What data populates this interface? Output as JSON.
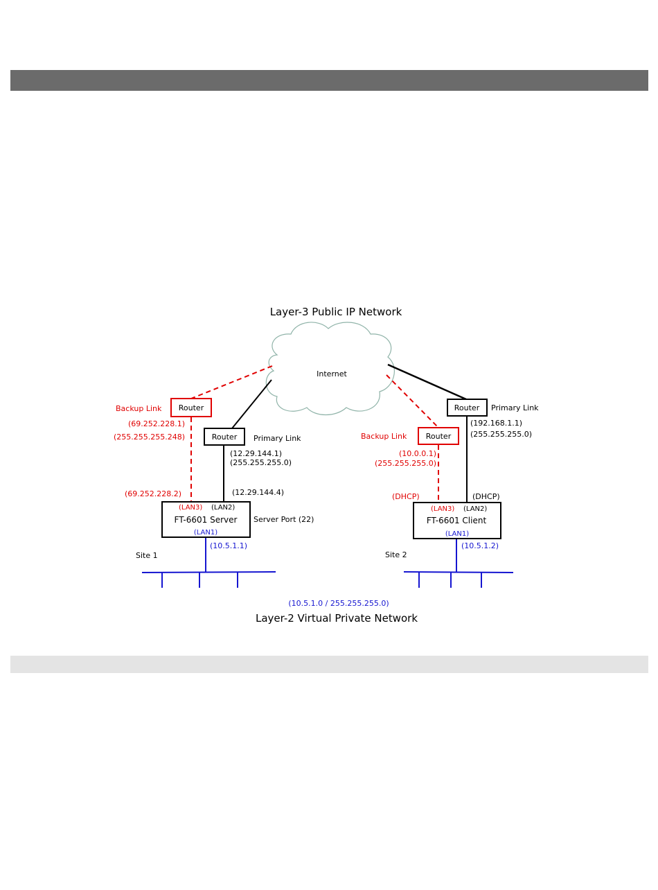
{
  "diagram": {
    "title_top": "Layer-3 Public IP Network",
    "title_bottom": "Layer-2 Virtual Private Network",
    "cloud_label": "Internet",
    "routers": {
      "server_backup": "Router",
      "server_primary": "Router",
      "client_backup": "Router",
      "client_primary": "Router"
    },
    "server_side": {
      "backup_link": "Backup Link",
      "backup_ip": "(69.252.228.1)",
      "backup_mask": "(255.255.255.248)",
      "primary_link": "Primary Link",
      "primary_ip": "(12.29.144.1)",
      "primary_mask": "(255.255.255.0)",
      "lan3_ip": "(69.252.228.2)",
      "lan2_ip": "(12.29.144.4)",
      "device": "FT-6601 Server",
      "port_label": "Server Port (22)",
      "lan3": "(LAN3)",
      "lan2": "(LAN2)",
      "lan1": "(LAN1)",
      "lan1_ip": "(10.5.1.1)",
      "site": "Site 1"
    },
    "client_side": {
      "backup_link": "Backup Link",
      "backup_ip": "(10.0.0.1)",
      "backup_mask": "(255.255.255.0)",
      "primary_link": "Primary Link",
      "primary_ip": "(192.168.1.1)",
      "primary_mask": "(255.255.255.0)",
      "lan3_ip": "(DHCP)",
      "lan2_ip": "(DHCP)",
      "device": "FT-6601 Client",
      "lan3": "(LAN3)",
      "lan2": "(LAN2)",
      "lan1": "(LAN1)",
      "lan1_ip": "(10.5.1.2)",
      "site": "Site 2"
    },
    "vpn_subnet": "(10.5.1.0 / 255.255.255.0)",
    "colors": {
      "backup": "#e00000",
      "lan": "#1515d0",
      "primary": "#000000",
      "cloud_stroke": "#8fb3a8",
      "header_bar": "#6b6b6b",
      "footer_bar": "#e4e4e4"
    }
  }
}
